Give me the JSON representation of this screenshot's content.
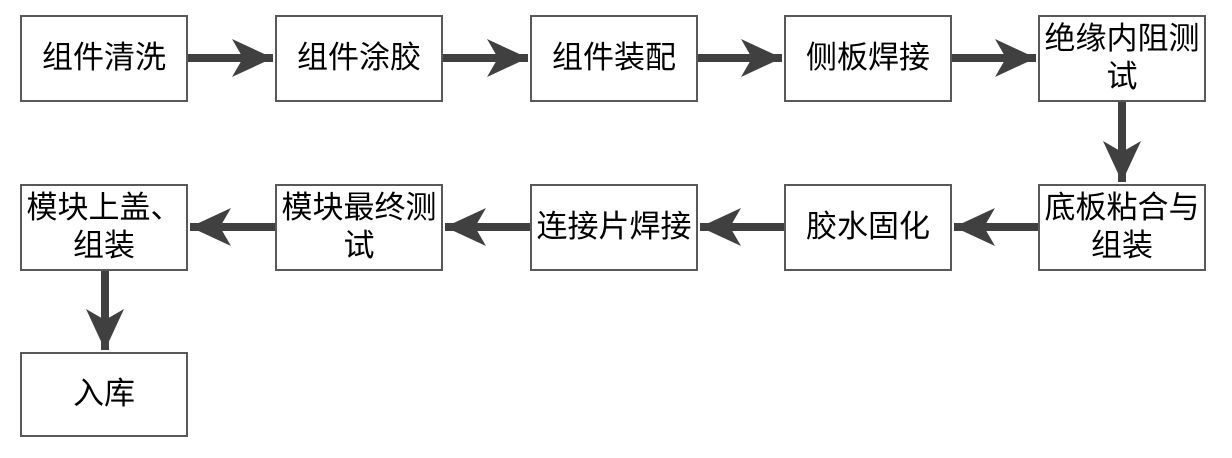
{
  "diagram": {
    "title": "Module assembly process flowchart",
    "colors": {
      "background": "#ffffff",
      "box_border": "#595959",
      "arrow": "#404040",
      "text": "#000000"
    },
    "nodes": [
      {
        "id": "clean",
        "label": "组件清洗"
      },
      {
        "id": "glue",
        "label": "组件涂胶"
      },
      {
        "id": "assemble",
        "label": "组件装配"
      },
      {
        "id": "sideweld",
        "label": "侧板焊接"
      },
      {
        "id": "insul",
        "label": "绝缘内阻测试"
      },
      {
        "id": "baseplate",
        "label": "底板粘合与组装"
      },
      {
        "id": "cure",
        "label": "胶水固化"
      },
      {
        "id": "tabweld",
        "label": "连接片焊接"
      },
      {
        "id": "finaltest",
        "label": "模块最终测试"
      },
      {
        "id": "topcover",
        "label": "模块上盖、组装"
      },
      {
        "id": "store",
        "label": "入库"
      }
    ],
    "edges": [
      {
        "from": "组件清洗",
        "to": "组件涂胶",
        "direction": "right"
      },
      {
        "from": "组件涂胶",
        "to": "组件装配",
        "direction": "right"
      },
      {
        "from": "组件装配",
        "to": "侧板焊接",
        "direction": "right"
      },
      {
        "from": "侧板焊接",
        "to": "绝缘内阻测试",
        "direction": "right"
      },
      {
        "from": "绝缘内阻测试",
        "to": "底板粘合与组装",
        "direction": "down"
      },
      {
        "from": "底板粘合与组装",
        "to": "胶水固化",
        "direction": "left"
      },
      {
        "from": "胶水固化",
        "to": "连接片焊接",
        "direction": "left"
      },
      {
        "from": "连接片焊接",
        "to": "模块最终测试",
        "direction": "left"
      },
      {
        "from": "模块最终测试",
        "to": "模块上盖、组装",
        "direction": "left"
      },
      {
        "from": "模块上盖、组装",
        "to": "入库",
        "direction": "down"
      }
    ]
  }
}
